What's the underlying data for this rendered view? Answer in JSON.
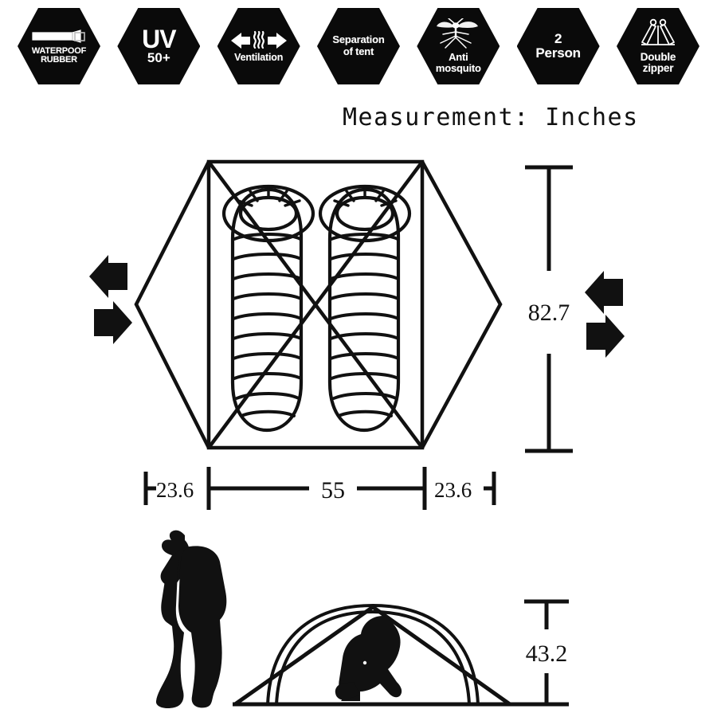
{
  "badges": [
    {
      "id": "waterproof-rubber",
      "icon": "waterproof-rubber-roll-icon",
      "label": "WATERPOOF\nRUBBER"
    },
    {
      "id": "uv-protection",
      "icon": "uv-text-icon",
      "label_main": "UV",
      "label_sub": "50+"
    },
    {
      "id": "ventilation",
      "icon": "ventilation-arrows-icon",
      "label": "Ventilation"
    },
    {
      "id": "separation-of-tent",
      "icon": "",
      "label": "Separation\nof tent"
    },
    {
      "id": "anti-mosquito",
      "icon": "mosquito-icon",
      "label": "Anti\nmosquito"
    },
    {
      "id": "two-person",
      "icon": "",
      "label": "2\nPerson"
    },
    {
      "id": "double-zipper",
      "icon": "double-zipper-icon",
      "label": "Double\nzipper"
    }
  ],
  "caption": {
    "measurement": "Measurement: Inches"
  },
  "floorplan": {
    "width_center": "55",
    "vestibule_left": "23.6",
    "vestibule_right": "23.6",
    "length": "82.7",
    "sleeping_bags": 2
  },
  "profile": {
    "height": "43.2"
  },
  "colors": {
    "ink": "#111111",
    "badge_fill": "#0a0a0a",
    "badge_text": "#ffffff",
    "background": "#ffffff"
  }
}
